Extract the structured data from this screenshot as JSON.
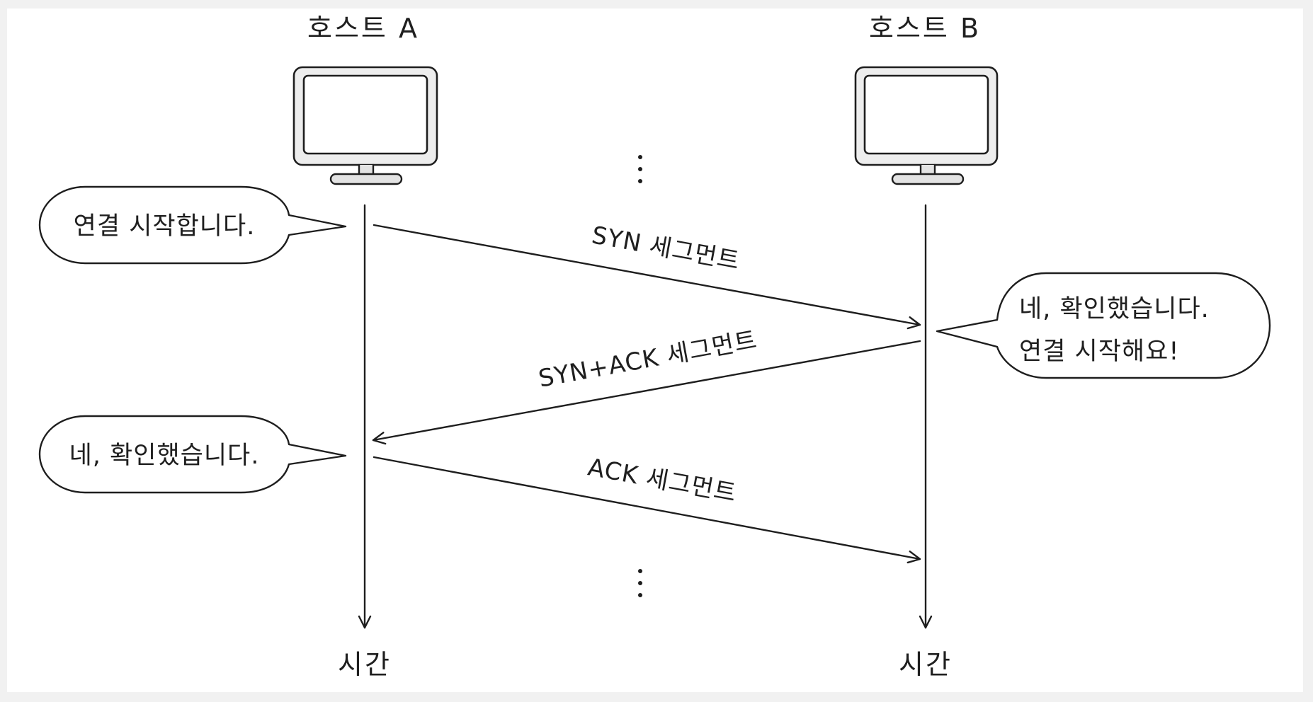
{
  "hosts": [
    {
      "title": "호스트 A",
      "time_label": "시간"
    },
    {
      "title": "호스트 B",
      "time_label": "시간"
    }
  ],
  "segments": [
    {
      "label": "SYN 세그먼트",
      "from": "호스트 A",
      "to": "호스트 B"
    },
    {
      "label": "SYN+ACK 세그먼트",
      "from": "호스트 B",
      "to": "호스트 A"
    },
    {
      "label": "ACK 세그먼트",
      "from": "호스트 A",
      "to": "호스트 B"
    }
  ],
  "bubbles": {
    "a_first": "연결 시작합니다.",
    "b_reply": [
      "네, 확인했습니다.",
      "연결 시작해요!"
    ],
    "a_second": "네, 확인했습니다."
  }
}
